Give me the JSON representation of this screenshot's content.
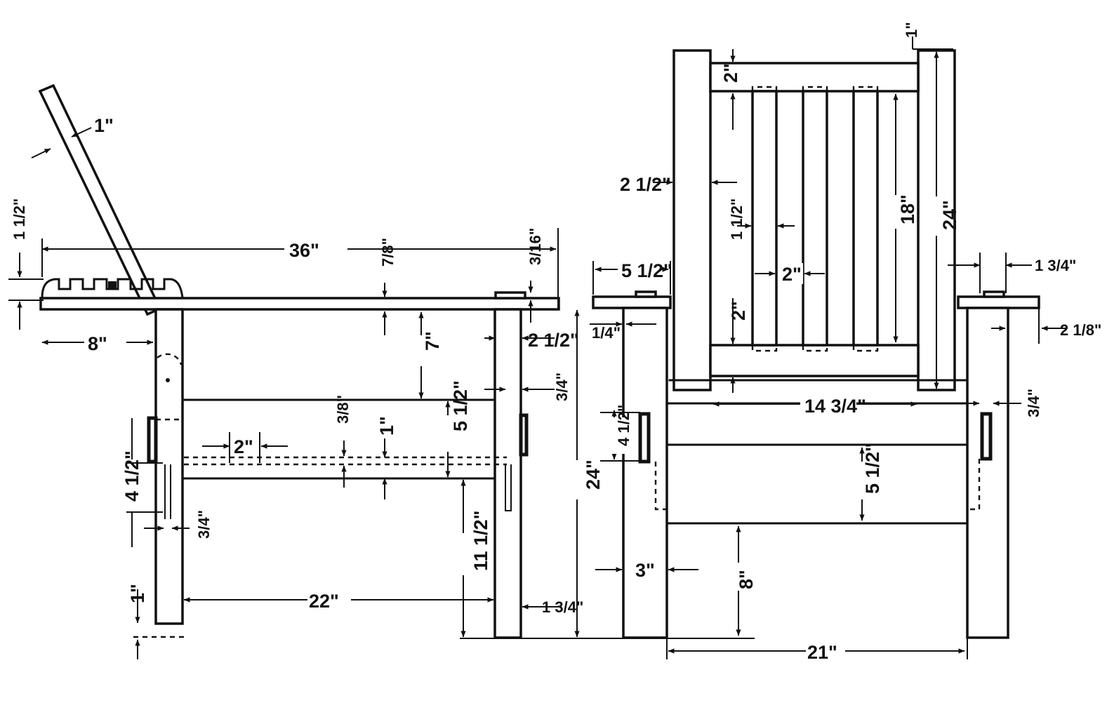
{
  "drawing": {
    "side_view": {
      "overall_length": "36\"",
      "arm_rest_to_post": "8\"",
      "back_slat_width": "1\"",
      "rack_height": "1 1/2\"",
      "arm_thickness": "7/8\"",
      "arm_clearance": "3/16\"",
      "arm_to_rail": "7\"",
      "post_width": "2 1/2\"",
      "rail_height": "5 1/2\"",
      "tenon_thickness_upper": "3/4\"",
      "slat_spacing": "2\"",
      "slat_depth": "3/8\"",
      "slat_drop": "1\"",
      "tenon_length": "4 1/2\"",
      "tenon_thickness_lower": "3/4\"",
      "foot": "1\"",
      "rail_span": "22\"",
      "floor_to_rail": "11 1/2\"",
      "post_thickness": "1 3/4\"",
      "overall_height": "24\""
    },
    "front_view": {
      "arm_width": "5 1/2\"",
      "arm_overhang": "1/4\"",
      "post_width": "3\"",
      "tenon_length": "4 1/2\"",
      "rail_height": "5 1/2\"",
      "floor_to_rail": "8\"",
      "overall_width": "21\""
    },
    "back_frame": {
      "top_rail": "2\"",
      "top_gap": "1\"",
      "stile_width": "2 1/2\"",
      "slat_width": "1 1/2\"",
      "slat_spacing": "2\"",
      "slat_length": "18\"",
      "bottom_rail": "2\"",
      "stile_length": "24\"",
      "inner_width": "14 3/4\"",
      "offset_a": "1 3/4\"",
      "offset_b": "2 1/8\"",
      "tenon_thickness": "3/4\""
    }
  }
}
